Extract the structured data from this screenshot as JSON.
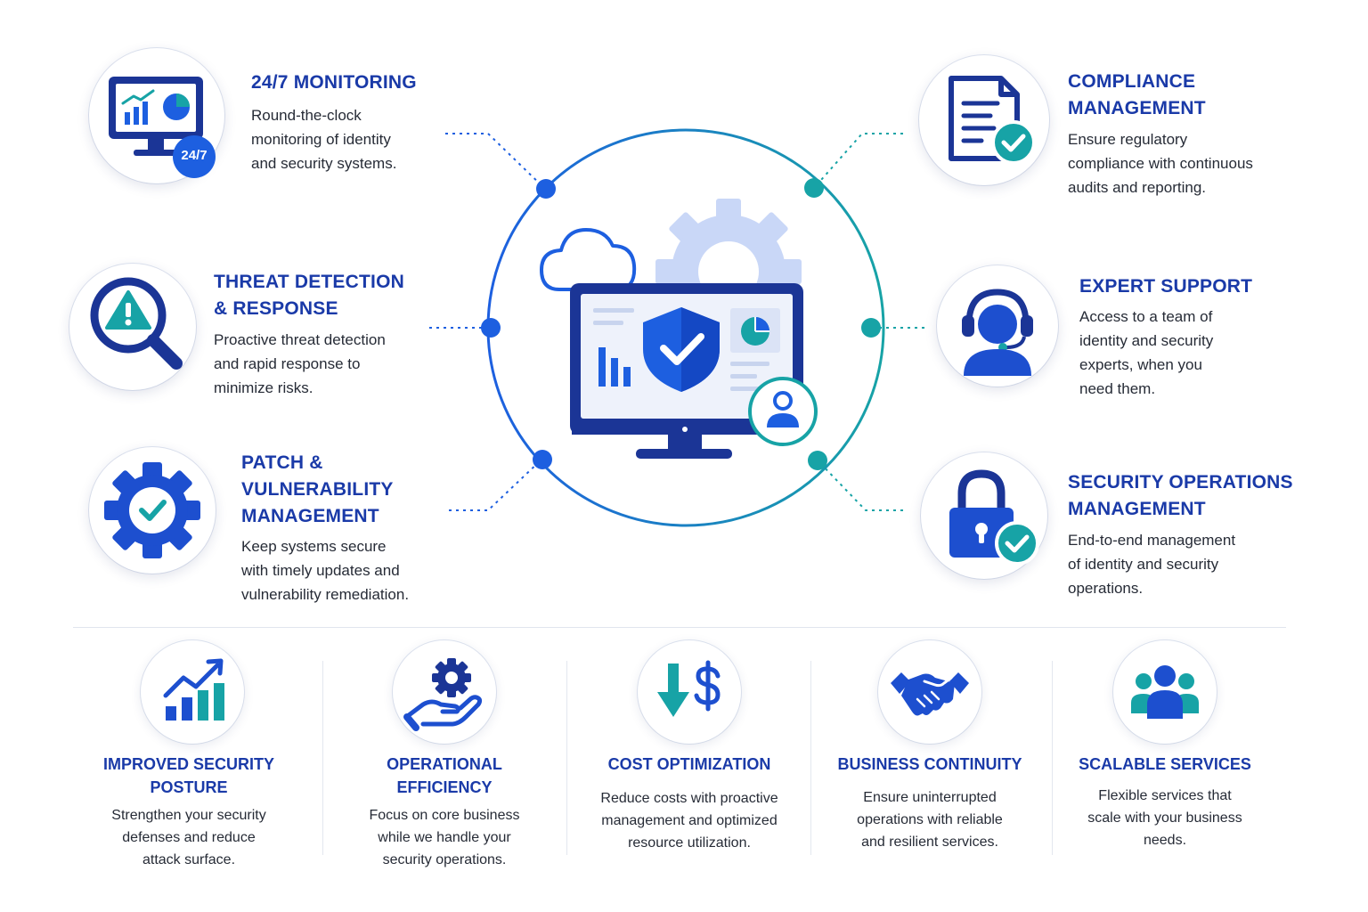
{
  "features": {
    "monitoring": {
      "title": "24/7 MONITORING",
      "desc": "Round-the-clock\nmonitoring of identity\nand security systems.",
      "badge": "24/7",
      "icon": "monitor-chart-icon"
    },
    "threat": {
      "title": "THREAT DETECTION\n& RESPONSE",
      "desc": "Proactive threat detection\nand rapid response to\nminimize risks.",
      "icon": "magnifier-alert-icon"
    },
    "patch": {
      "title": "PATCH &\nVULNERABILITY\nMANAGEMENT",
      "desc": "Keep systems secure\nwith timely updates and\nvulnerability remediation.",
      "icon": "gear-check-icon"
    },
    "compliance": {
      "title": "COMPLIANCE\nMANAGEMENT",
      "desc": "Ensure regulatory\ncompliance with continuous\naudits and reporting.",
      "icon": "document-check-icon"
    },
    "support": {
      "title": "EXPERT SUPPORT",
      "desc": "Access to a team of\nidentity and security\nexperts, when you\nneed them.",
      "icon": "headset-agent-icon"
    },
    "secops": {
      "title": "SECURITY OPERATIONS\nMANAGEMENT",
      "desc": "End-to-end management\nof identity and security\noperations.",
      "icon": "padlock-check-icon"
    }
  },
  "benefits": [
    {
      "title": "IMPROVED SECURITY\nPOSTURE",
      "desc": "Strengthen your security\ndefenses and reduce\nattack surface.",
      "icon": "growth-chart-icon"
    },
    {
      "title": "OPERATIONAL\nEFFICIENCY",
      "desc": "Focus on core business\nwhile we handle your\nsecurity operations.",
      "icon": "hand-gear-icon"
    },
    {
      "title": "COST OPTIMIZATION",
      "desc": "Reduce costs with proactive\nmanagement and optimized\nresource utilization.",
      "icon": "cost-down-icon"
    },
    {
      "title": "BUSINESS CONTINUITY",
      "desc": "Ensure uninterrupted\noperations with reliable\nand resilient services.",
      "icon": "handshake-icon"
    },
    {
      "title": "SCALABLE SERVICES",
      "desc": "Flexible services that\nscale with your business\nneeds.",
      "icon": "team-icon"
    }
  ],
  "colors": {
    "navy": "#1a3aa8",
    "blue": "#1d5fe0",
    "teal": "#17a3a6",
    "light": "#c9d7f7"
  }
}
